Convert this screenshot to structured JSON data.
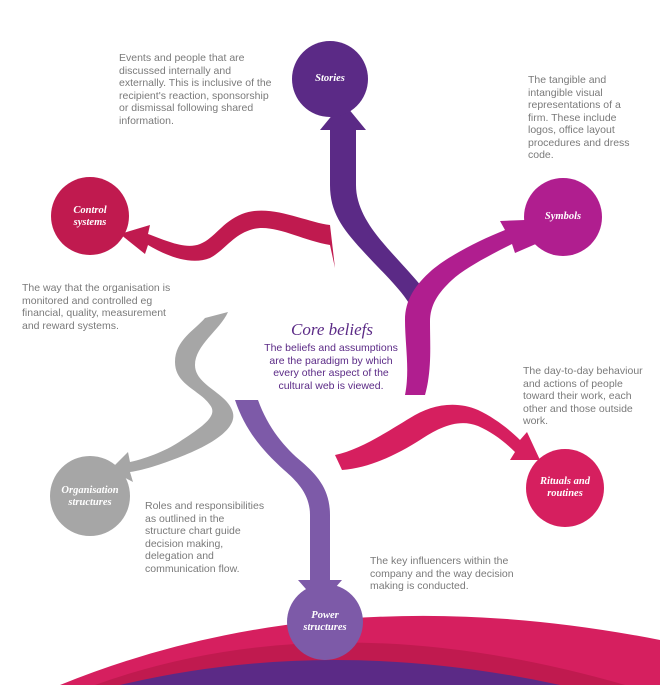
{
  "colors": {
    "stories": "#5b2a86",
    "symbols": "#b01e8f",
    "rituals": "#d61f5f",
    "power": "#7d5aa8",
    "organisation": "#a6a6a6",
    "control": "#c01a4f",
    "text_gray": "#7a7a7a",
    "center_text": "#5b2a86"
  },
  "center": {
    "title": "Core beliefs",
    "text": "The beliefs and assumptions are the paradigm by which every other aspect of the cultural web is viewed."
  },
  "nodes": {
    "stories": {
      "label": "Stories",
      "description": "Events and people that are discussed internally and externally. This is inclusive of the recipient's reaction, sponsorship or dismissal following shared information."
    },
    "symbols": {
      "label": "Symbols",
      "description": "The tangible and intangible visual representations of a firm. These include logos, office layout procedures and dress code."
    },
    "rituals": {
      "label": "Rituals and routines",
      "description": "The day-to-day behaviour and actions of people toward their work, each other and those outside work."
    },
    "power": {
      "label": "Power structures",
      "description": "The key influencers within the company and the way decision making is conducted."
    },
    "organisation": {
      "label": "Organisation structures",
      "description": "Roles and responsibilities as outlined in the structure chart guide decision making, delegation and communication flow."
    },
    "control": {
      "label": "Control systems",
      "description": "The way that the organisation is monitored and controlled eg financial, quality, measurement and reward systems."
    }
  }
}
